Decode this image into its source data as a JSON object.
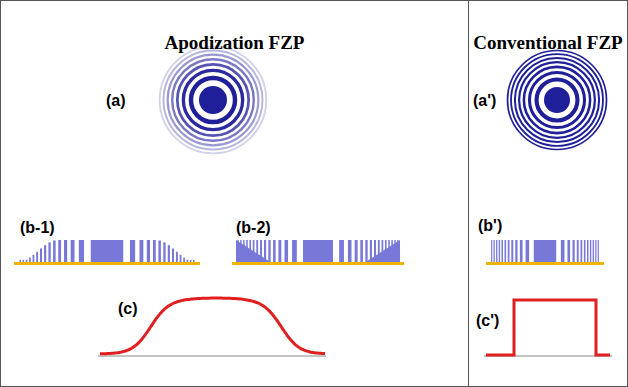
{
  "diagram": {
    "nodes": [
      {
        "text": [
          "Apodization FZP"
        ]
      },
      {
        "text": [
          "Conventional FZP"
        ]
      }
    ],
    "labels": [
      "(a)",
      "(b-1)",
      "(b-2)",
      "(c)",
      "(a')",
      "(b')",
      "(c')"
    ]
  }
}
